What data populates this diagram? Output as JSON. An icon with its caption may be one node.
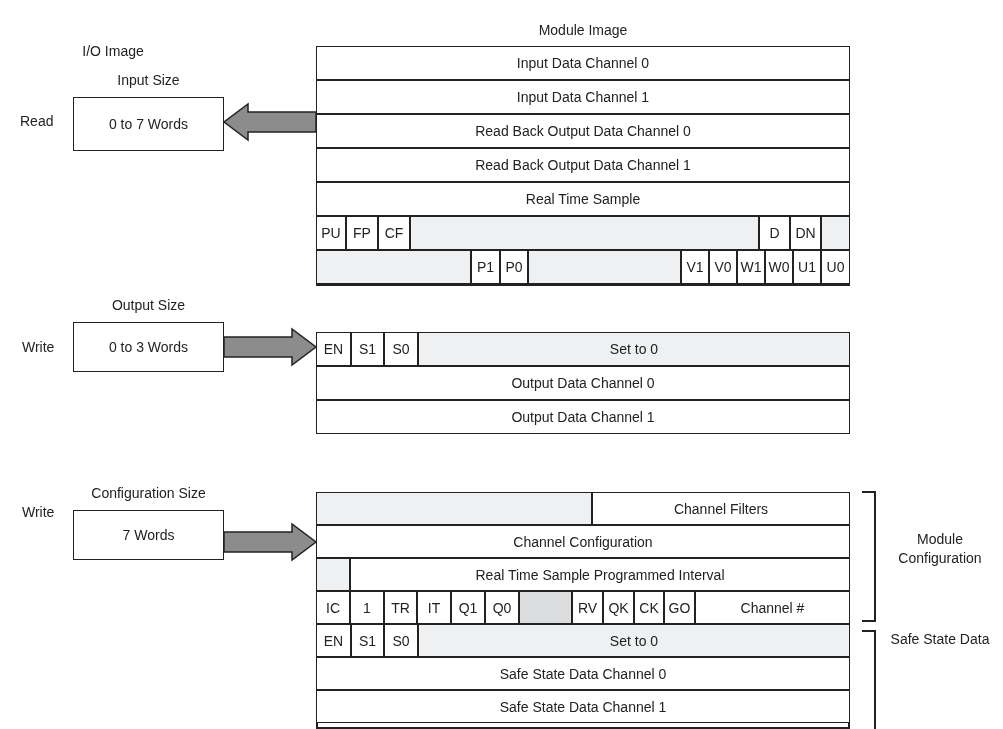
{
  "diagram": {
    "nodes": [
      {
        "text": [
          "Input Size",
          "0 to 7 Words"
        ],
        "beside": [
          "Read"
        ]
      },
      {
        "text": [
          "Module Image"
        ]
      },
      {
        "text": [
          "Input Data Channel 0"
        ],
        "in": 1
      },
      {
        "text": [
          "Input Data Channel 1"
        ],
        "in": 1
      },
      {
        "text": [
          "Read Back Output Data Channel 0"
        ],
        "in": 1
      },
      {
        "text": [
          "Read Back Output Data Channel 1"
        ],
        "in": 1
      },
      {
        "text": [
          "Real Time Sample"
        ],
        "in": 1
      },
      {
        "text": [
          "PU"
        ],
        "in": 1
      },
      {
        "text": [
          "FP"
        ],
        "in": 1
      },
      {
        "text": [
          "CF"
        ],
        "in": 1
      },
      {
        "text": [],
        "shape": "box",
        "in": 1
      },
      {
        "text": [
          "D"
        ],
        "in": 1
      },
      {
        "text": [
          "DN"
        ],
        "in": 1
      },
      {
        "text": [],
        "shape": "box",
        "in": 1
      },
      {
        "text": [],
        "shape": "box",
        "in": 1
      },
      {
        "text": [
          "P1"
        ],
        "in": 1
      },
      {
        "text": [
          "P0"
        ],
        "in": 1
      },
      {
        "text": [],
        "shape": "box",
        "in": 1
      },
      {
        "text": [
          "V1"
        ],
        "in": 1
      },
      {
        "text": [
          "V0"
        ],
        "in": 1
      },
      {
        "text": [
          "W1"
        ],
        "in": 1
      },
      {
        "text": [
          "W0"
        ],
        "in": 1
      },
      {
        "text": [
          "U1"
        ],
        "in": 1
      },
      {
        "text": [
          "U0"
        ],
        "in": 1
      },
      {
        "text": [
          "Output Size",
          "0 to 3 Words"
        ],
        "beside": [
          "Write"
        ]
      },
      {
        "text": [],
        "shape": "box"
      },
      {
        "text": [
          "EN"
        ],
        "in": 25
      },
      {
        "text": [
          "S1"
        ],
        "in": 25
      },
      {
        "text": [
          "S0"
        ],
        "in": 25
      },
      {
        "text": [
          "Set to 0"
        ],
        "in": 25
      },
      {
        "text": [
          "Output Data Channel 0"
        ],
        "in": 25
      },
      {
        "text": [
          "Output Data Channel 1"
        ],
        "in": 25
      },
      {
        "text": [
          "Configuration Size",
          "7 Words"
        ],
        "beside": [
          "Write"
        ]
      },
      {
        "text": [],
        "shape": "box"
      },
      {
        "text": [],
        "shape": "box",
        "in": 33
      },
      {
        "text": [
          "Channel Filters"
        ],
        "in": 33
      },
      {
        "text": [
          "Channel Configuration"
        ],
        "in": 33
      },
      {
        "text": [],
        "shape": "box",
        "in": 33
      },
      {
        "text": [
          "Real Time Sample Programmed Interval"
        ],
        "in": 33
      },
      {
        "text": [
          "IC"
        ],
        "in": 33
      },
      {
        "text": [
          "1"
        ],
        "in": 33
      },
      {
        "text": [
          "TR"
        ],
        "in": 33
      },
      {
        "text": [
          "IT"
        ],
        "in": 33
      },
      {
        "text": [
          "Q1"
        ],
        "in": 33
      },
      {
        "text": [
          "Q0"
        ],
        "in": 33
      },
      {
        "text": [],
        "shape": "box",
        "in": 33
      },
      {
        "text": [
          "RV"
        ],
        "in": 33
      },
      {
        "text": [
          "QK"
        ],
        "in": 33
      },
      {
        "text": [
          "CK"
        ],
        "in": 33
      },
      {
        "text": [
          "GO"
        ],
        "in": 33
      },
      {
        "text": [
          "Channel #"
        ],
        "in": 33
      },
      {
        "text": [
          "EN"
        ],
        "in": 33
      },
      {
        "text": [
          "S1"
        ],
        "in": 33
      },
      {
        "text": [
          "S0"
        ],
        "in": 33
      },
      {
        "text": [
          "Set to 0"
        ],
        "in": 33
      },
      {
        "text": [
          "Safe State Data Channel 0"
        ],
        "in": 33
      },
      {
        "text": [
          "Safe State Data Channel 1"
        ],
        "in": 33
      }
    ],
    "edges": [
      {
        "from": 1,
        "to": 0,
        "arrow": "to"
      },
      {
        "from": 24,
        "to": 25,
        "arrow": "to"
      },
      {
        "from": 32,
        "to": 33,
        "arrow": "to"
      }
    ],
    "labels": [
      "I/O Image",
      "Module Configuration",
      "Safe State Data"
    ]
  }
}
